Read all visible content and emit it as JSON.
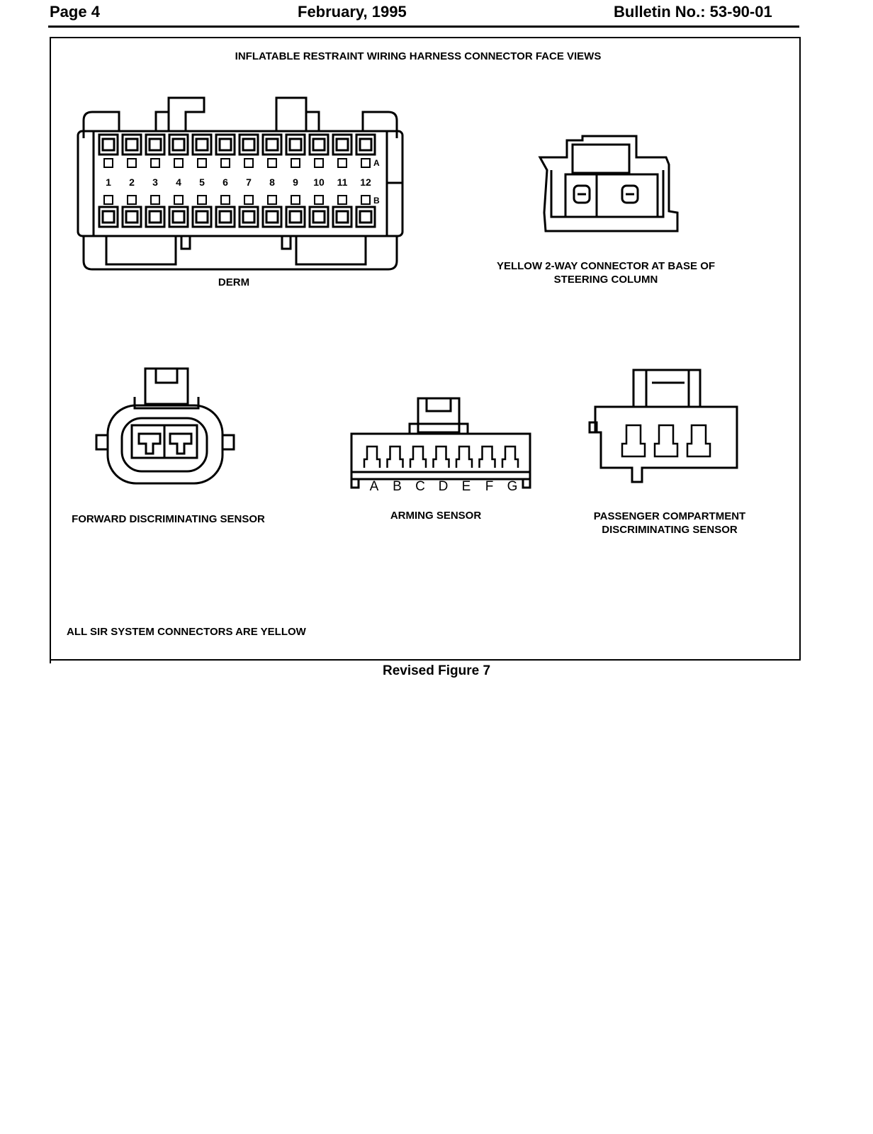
{
  "header": {
    "page": "Page 4",
    "date": "February, 1995",
    "bulletin": "Bulletin No.: 53-90-01"
  },
  "figure": {
    "title": "INFLATABLE RESTRAINT WIRING HARNESS CONNECTOR FACE VIEWS",
    "derm": {
      "label": "DERM",
      "pin_numbers": [
        "1",
        "2",
        "3",
        "4",
        "5",
        "6",
        "7",
        "8",
        "9",
        "10",
        "11",
        "12"
      ],
      "row_labels": [
        "A",
        "B"
      ]
    },
    "yellow_connector": {
      "label_line1": "YELLOW 2-WAY CONNECTOR AT BASE OF",
      "label_line2": "STEERING COLUMN"
    },
    "forward_sensor": {
      "label": "FORWARD DISCRIMINATING SENSOR"
    },
    "arming_sensor": {
      "label": "ARMING SENSOR",
      "pins": [
        "A",
        "B",
        "C",
        "D",
        "E",
        "F",
        "G"
      ]
    },
    "passenger_sensor": {
      "label_line1": "PASSENGER COMPARTMENT",
      "label_line2": "DISCRIMINATING SENSOR"
    },
    "footnote": "ALL SIR SYSTEM CONNECTORS ARE YELLOW"
  },
  "caption": "Revised Figure 7"
}
